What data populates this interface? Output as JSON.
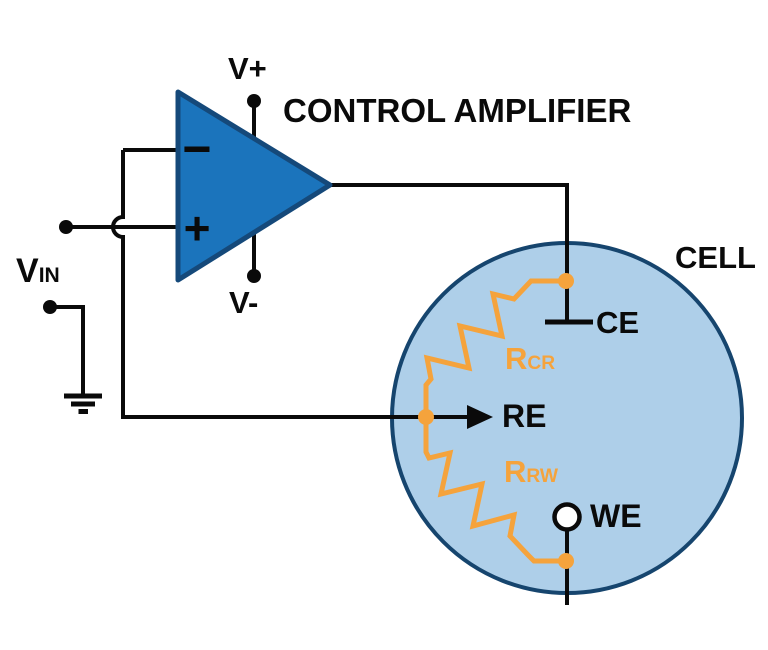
{
  "diagram": {
    "title": "CONTROL AMPLIFIER",
    "labels": {
      "v_plus": "V+",
      "v_minus": "V-",
      "vin_main": "V",
      "vin_sub": "IN",
      "cell": "CELL",
      "ce": "CE",
      "re": "RE",
      "we": "WE",
      "r_cr_main": "R",
      "r_cr_sub": "CR",
      "r_rw_main": "R",
      "r_rw_sub": "RW",
      "opamp_minus": "−",
      "opamp_plus": "+"
    },
    "colors": {
      "background": "#ffffff",
      "wire_black": "#0a0a0a",
      "op_amp_fill": "#1b74bc",
      "op_amp_stroke": "#15497a",
      "cell_fill": "#aecfe9",
      "cell_stroke": "#16456e",
      "resistor_orange": "#f5a33c"
    }
  }
}
